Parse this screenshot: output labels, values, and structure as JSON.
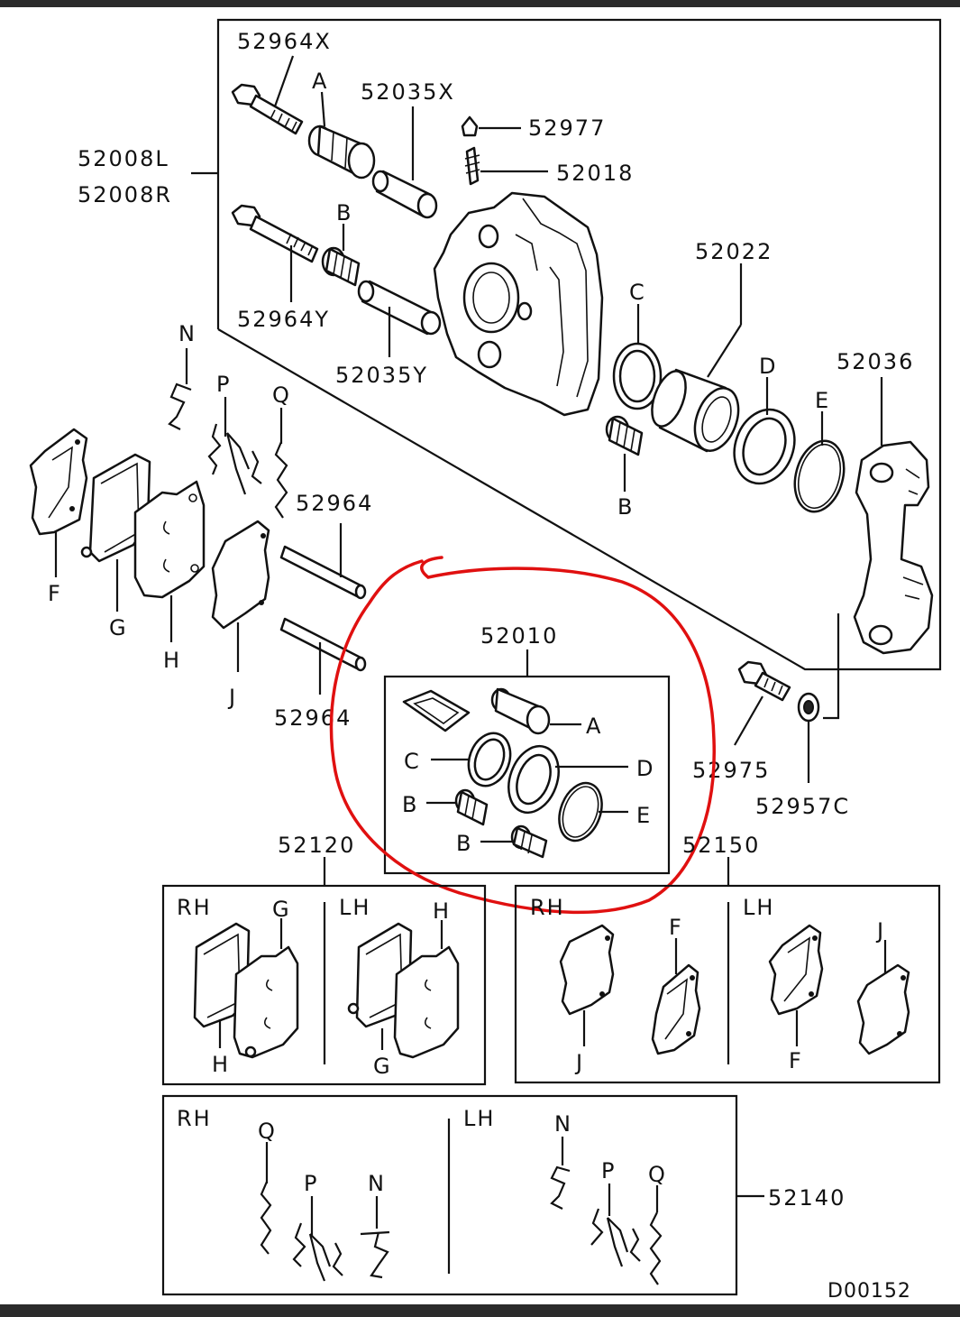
{
  "diagram_id": "D00152",
  "main_assembly": {
    "caliper_labels": [
      "52008L",
      "52008R"
    ],
    "bolt_upper": "52964X",
    "bolt_lower": "52964Y",
    "sleeve_upper": "52035X",
    "sleeve_lower": "52035Y",
    "bleeder_cap": "52977",
    "bleeder_screw": "52018",
    "piston": "52022",
    "bracket": "52036",
    "bracket_bolt": "52975",
    "washer": "52957C",
    "pin": "52964",
    "letters": {
      "A": "A",
      "B": "B",
      "C": "C",
      "D": "D",
      "E": "E",
      "N": "N",
      "P": "P",
      "Q": "Q",
      "F": "F",
      "G": "G",
      "H": "H",
      "J": "J"
    }
  },
  "seal_kit": {
    "part_no": "52010",
    "items": [
      "A",
      "C",
      "D",
      "B",
      "E",
      "B"
    ]
  },
  "pad_set": {
    "part_no": "52120",
    "rh": "RH",
    "lh": "LH",
    "rh_items": [
      "G",
      "H"
    ],
    "lh_items": [
      "H",
      "G"
    ]
  },
  "shim_set": {
    "part_no": "52150",
    "rh": "RH",
    "lh": "LH",
    "rh_items": [
      "F",
      "J"
    ],
    "lh_items": [
      "F",
      "J"
    ]
  },
  "clip_set": {
    "part_no": "52140",
    "rh": "RH",
    "lh": "LH",
    "rh_items": [
      "Q",
      "P",
      "N"
    ],
    "lh_items": [
      "N",
      "P",
      "Q"
    ]
  },
  "colors": {
    "line": "#111111",
    "highlight": "#e01010",
    "frame": "#2b2b2b"
  }
}
